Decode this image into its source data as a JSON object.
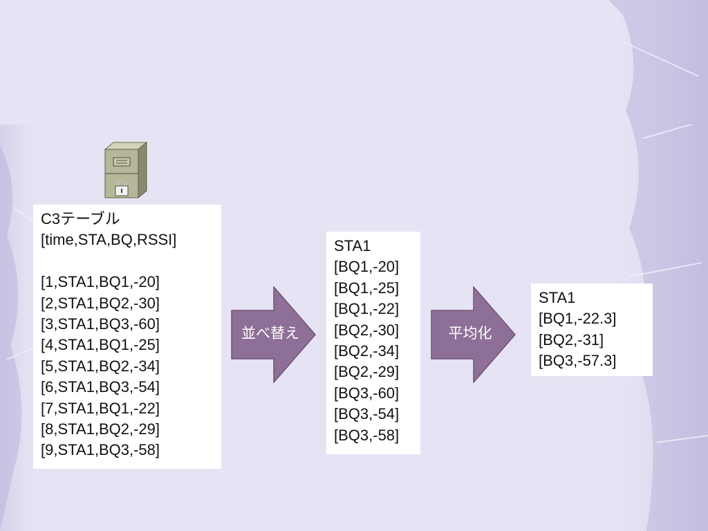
{
  "table_box": {
    "title_prefix": "C3",
    "title_suffix": "テーブル",
    "header": "[time,STA,BQ,RSSI]",
    "rows": [
      "[1,STA1,BQ1,-20]",
      "[2,STA1,BQ2,-30]",
      "[3,STA1,BQ3,-60]",
      "[4,STA1,BQ1,-25]",
      "[5,STA1,BQ2,-34]",
      "[6,STA1,BQ3,-54]",
      "[7,STA1,BQ1,-22]",
      "[8,STA1,BQ2,-29]",
      "[9,STA1,BQ3,-58]"
    ]
  },
  "sort_arrow": {
    "label": "並べ替え",
    "color": "#8e6f97"
  },
  "sorted_box": {
    "title": "STA1",
    "rows": [
      "[BQ1,-20]",
      "[BQ1,-25]",
      "[BQ1,-22]",
      "[BQ2,-30]",
      "[BQ2,-34]",
      "[BQ2,-29]",
      "[BQ3,-60]",
      "[BQ3,-54]",
      "[BQ3,-58]"
    ]
  },
  "average_arrow": {
    "label": "平均化",
    "color": "#8e6f97"
  },
  "average_box": {
    "title": "STA1",
    "rows": [
      "[BQ1,-22.3]",
      "[BQ2,-31]",
      "[BQ3,-57.3]"
    ]
  },
  "icons": {
    "database": "locked-file-cabinet-icon"
  },
  "colors": {
    "background": "#e6e4f4",
    "arrow_fill": "#8e6f97",
    "arrow_stroke": "#6f5477",
    "box_fill": "#ffffff"
  }
}
